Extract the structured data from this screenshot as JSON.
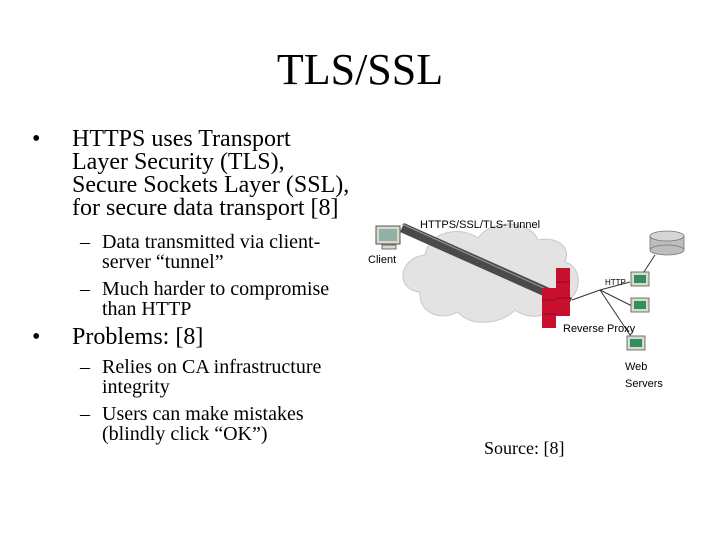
{
  "slide": {
    "title": "TLS/SSL",
    "bullet_symbol": "•",
    "dash_symbol": "–",
    "bullets": [
      {
        "lines": [
          "HTTPS uses Transport",
          "Layer Security (TLS),",
          "Secure Sockets Layer (SSL),",
          "for secure data transport [8]"
        ],
        "sub": [
          {
            "lines": [
              "Data transmitted via client-",
              "server “tunnel”"
            ]
          },
          {
            "lines": [
              "Much harder to compromise",
              "than HTTP"
            ]
          }
        ]
      },
      {
        "lines": [
          "Problems: [8]"
        ],
        "sub": [
          {
            "lines": [
              "Relies on CA infrastructure",
              "integrity"
            ]
          },
          {
            "lines": [
              "Users can make mistakes",
              "(blindly click “OK”)"
            ]
          }
        ]
      }
    ]
  },
  "diagram": {
    "tunnel_label": "HTTPS/SSL/TLS-Tunnel",
    "client_label": "Client",
    "http_label": "HTTP",
    "proxy_label": "Reverse Proxy",
    "servers_label_1": "Web",
    "servers_label_2": "Servers",
    "colors": {
      "cloud": "#e3e3e3",
      "tunnel": "#4a4a4a",
      "firewall": "#c8102e",
      "monitor": "#2f8f5e",
      "database": "#bdbdbd"
    }
  },
  "source": "Source: [8]"
}
